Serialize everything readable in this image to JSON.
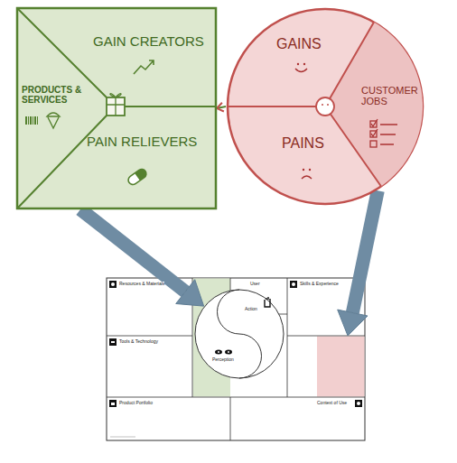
{
  "diagram": {
    "nodes": [
      {
        "text": [
          "GAIN CREATORS",
          "PRODUCTS & SERVICES",
          "PAIN RELIEVERS"
        ]
      },
      {
        "text": [
          "GAINS",
          "CUSTOMER JOBS",
          "PAINS"
        ]
      },
      {
        "text": [
          "Resources & Materials"
        ]
      },
      {
        "text": [
          "User"
        ]
      },
      {
        "text": [
          "Skills & Experience"
        ]
      },
      {
        "text": [
          "Action",
          "Perception"
        ]
      },
      {
        "text": [
          "Tools & Technology"
        ]
      },
      {
        "text": [
          "Product Portfolio"
        ]
      },
      {
        "text": [
          "Context of Use"
        ]
      }
    ],
    "edges": [
      {
        "from": 1,
        "to": 0,
        "arrow": "to"
      },
      {
        "from": 0,
        "to": 5,
        "arrow": "to"
      },
      {
        "from": 1,
        "to": 4,
        "arrow": "to"
      }
    ]
  }
}
